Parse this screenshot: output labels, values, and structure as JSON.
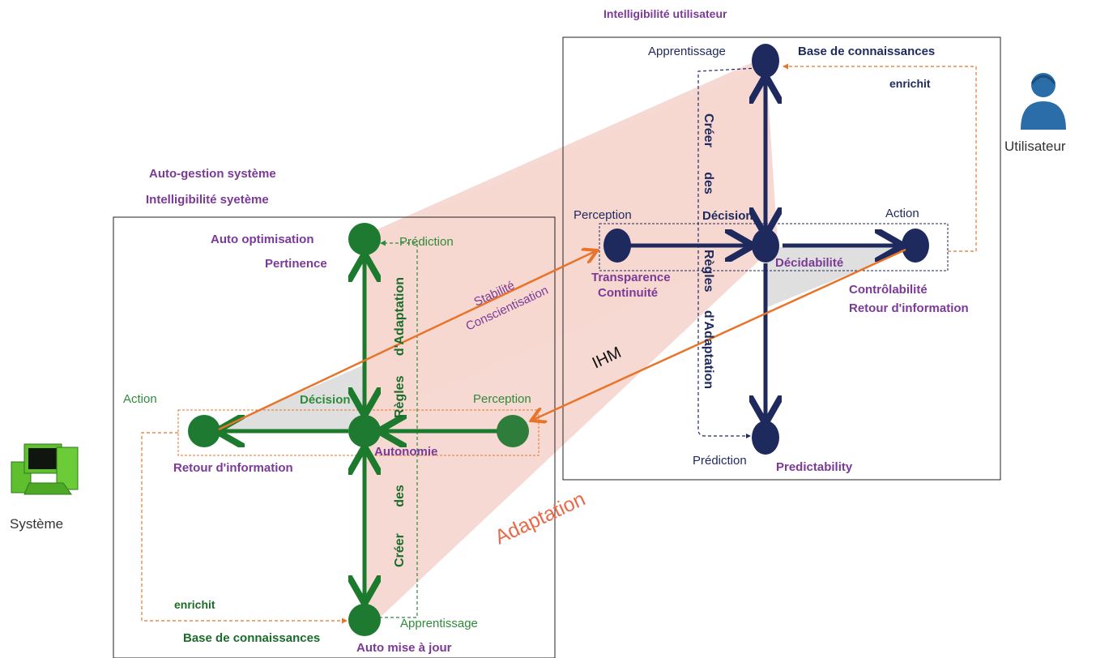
{
  "user": {
    "top_title": "Intelligibilité utilisateur",
    "icon": "user-icon",
    "actor_label": "Utilisateur",
    "apprentissage": "Apprentissage",
    "base_connaissances": "Base de connaissances",
    "enrichit": "enrichit",
    "creer_des": "Créer des",
    "regles_adaptation": "Règles d'Adaptation",
    "perception": "Perception",
    "decision": "Décision",
    "action": "Action",
    "decidabilite": "Décidabilité",
    "transparence": "Transparence",
    "continuite": "Continuité",
    "controlabilite": "Contrôlabilité",
    "retour_information": "Retour d'information",
    "prediction": "Prédiction",
    "predictability": "Predictability"
  },
  "system": {
    "title_autogestion": "Auto-gestion système",
    "title_intelligibilite": "Intelligibilité syetème",
    "icon": "computer-icon",
    "actor_label": "Système",
    "auto_optimisation": "Auto optimisation",
    "pertinence": "Pertinence",
    "prediction": "Prédiction",
    "regles_adaptation": "Règles d'Adaptation",
    "action": "Action",
    "decision": "Décision",
    "perception": "Perception",
    "retour_information": "Retour d'information",
    "autonomie": "Autonomie",
    "creer_des": "Créer des",
    "enrichit": "enrichit",
    "base_connaissances": "Base de connaissances",
    "apprentissage": "Apprentissage",
    "auto_mise_a_jour": "Auto mise à jour"
  },
  "bridge": {
    "stabilite": "Stabilité",
    "conscientisation": "Conscientisation",
    "ihm": "IHM",
    "adaptation": "Adaptation"
  },
  "colors": {
    "navy": "#1e2a5e",
    "green": "#2e8b3a",
    "orange": "#e8742a",
    "purple": "#7a3a96",
    "band": "#f4c9c0"
  }
}
